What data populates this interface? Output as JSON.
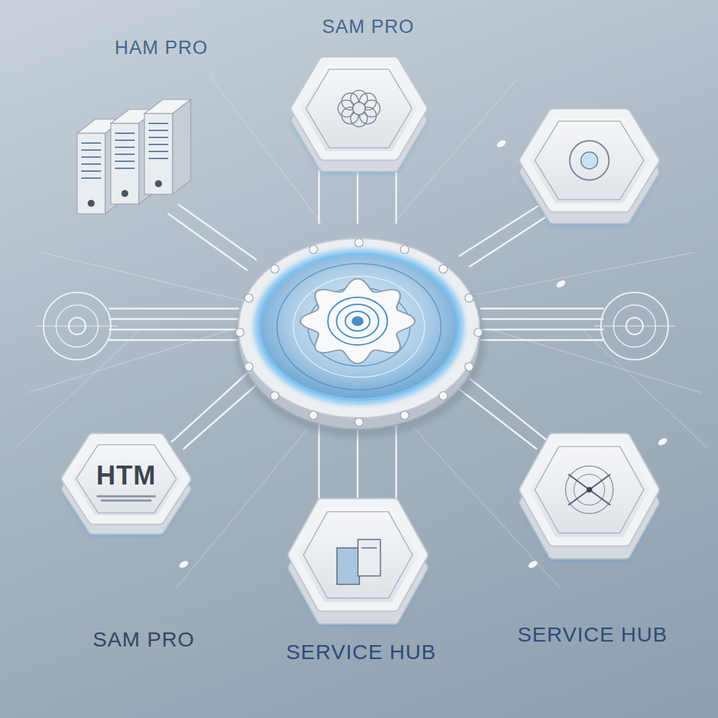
{
  "diagram": {
    "nodes": [
      {
        "text": [
          "HTM"
        ]
      }
    ],
    "labels": [
      "HAM PRO",
      "SAM PRO",
      "SAM PRO",
      "SERVICE HUB",
      "SERVICE HUB"
    ]
  }
}
